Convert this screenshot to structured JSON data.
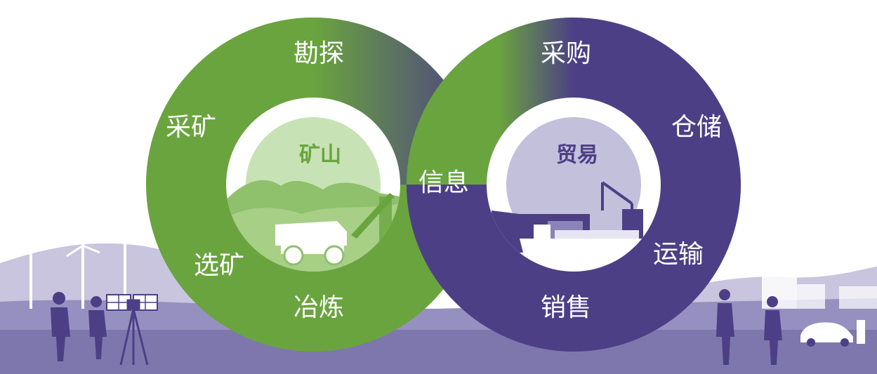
{
  "colors": {
    "green": "#6aa43e",
    "purple": "#4d3f86",
    "mine_inner": "#c7e2b4",
    "trade_inner": "#c3c0dc",
    "ground": "#7e77ad",
    "hills": "#c9c5de",
    "text_white": "#ffffff"
  },
  "left_ring": {
    "center_label": "矿山",
    "stages": [
      "勘探",
      "采矿",
      "选矿",
      "冶炼"
    ]
  },
  "right_ring": {
    "center_label": "贸易",
    "stages": [
      "采购",
      "仓储",
      "运输",
      "销售"
    ]
  },
  "link_label": "信息",
  "icons": [
    "wind-turbine-icon",
    "mining-truck-icon",
    "conveyor-icon",
    "crane-icon",
    "cargo-ship-icon",
    "warehouse-icon",
    "worker-icon",
    "solar-panel-icon",
    "survey-tripod-icon",
    "factory-icon",
    "electric-car-icon",
    "charging-station-icon",
    "businesswoman-icon"
  ]
}
